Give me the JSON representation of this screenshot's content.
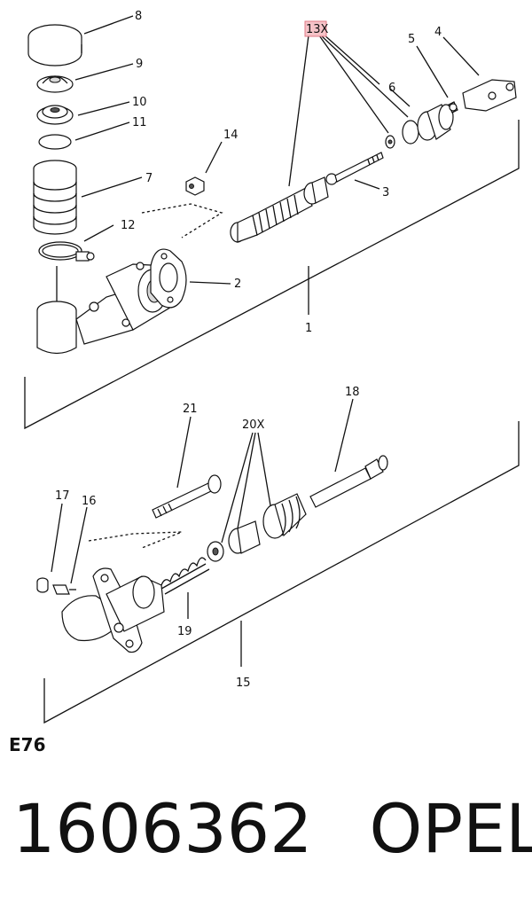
{
  "diagram": {
    "highlighted_label": "13X",
    "callouts": {
      "c1": "1",
      "c2": "2",
      "c3": "3",
      "c4": "4",
      "c5": "5",
      "c6": "6",
      "c7": "7",
      "c8": "8",
      "c9": "9",
      "c10": "10",
      "c11": "11",
      "c12": "12",
      "c14": "14",
      "c15": "15",
      "c16": "16",
      "c17": "17",
      "c18": "18",
      "c19": "19",
      "c20": "20X",
      "c21": "21"
    },
    "code": "E76"
  },
  "caption": {
    "part_number": "1606362",
    "brand": "OPEL"
  },
  "colors": {
    "highlight_fill": "#f6c3c8",
    "highlight_stroke": "#e07a86",
    "ink": "#111111"
  }
}
